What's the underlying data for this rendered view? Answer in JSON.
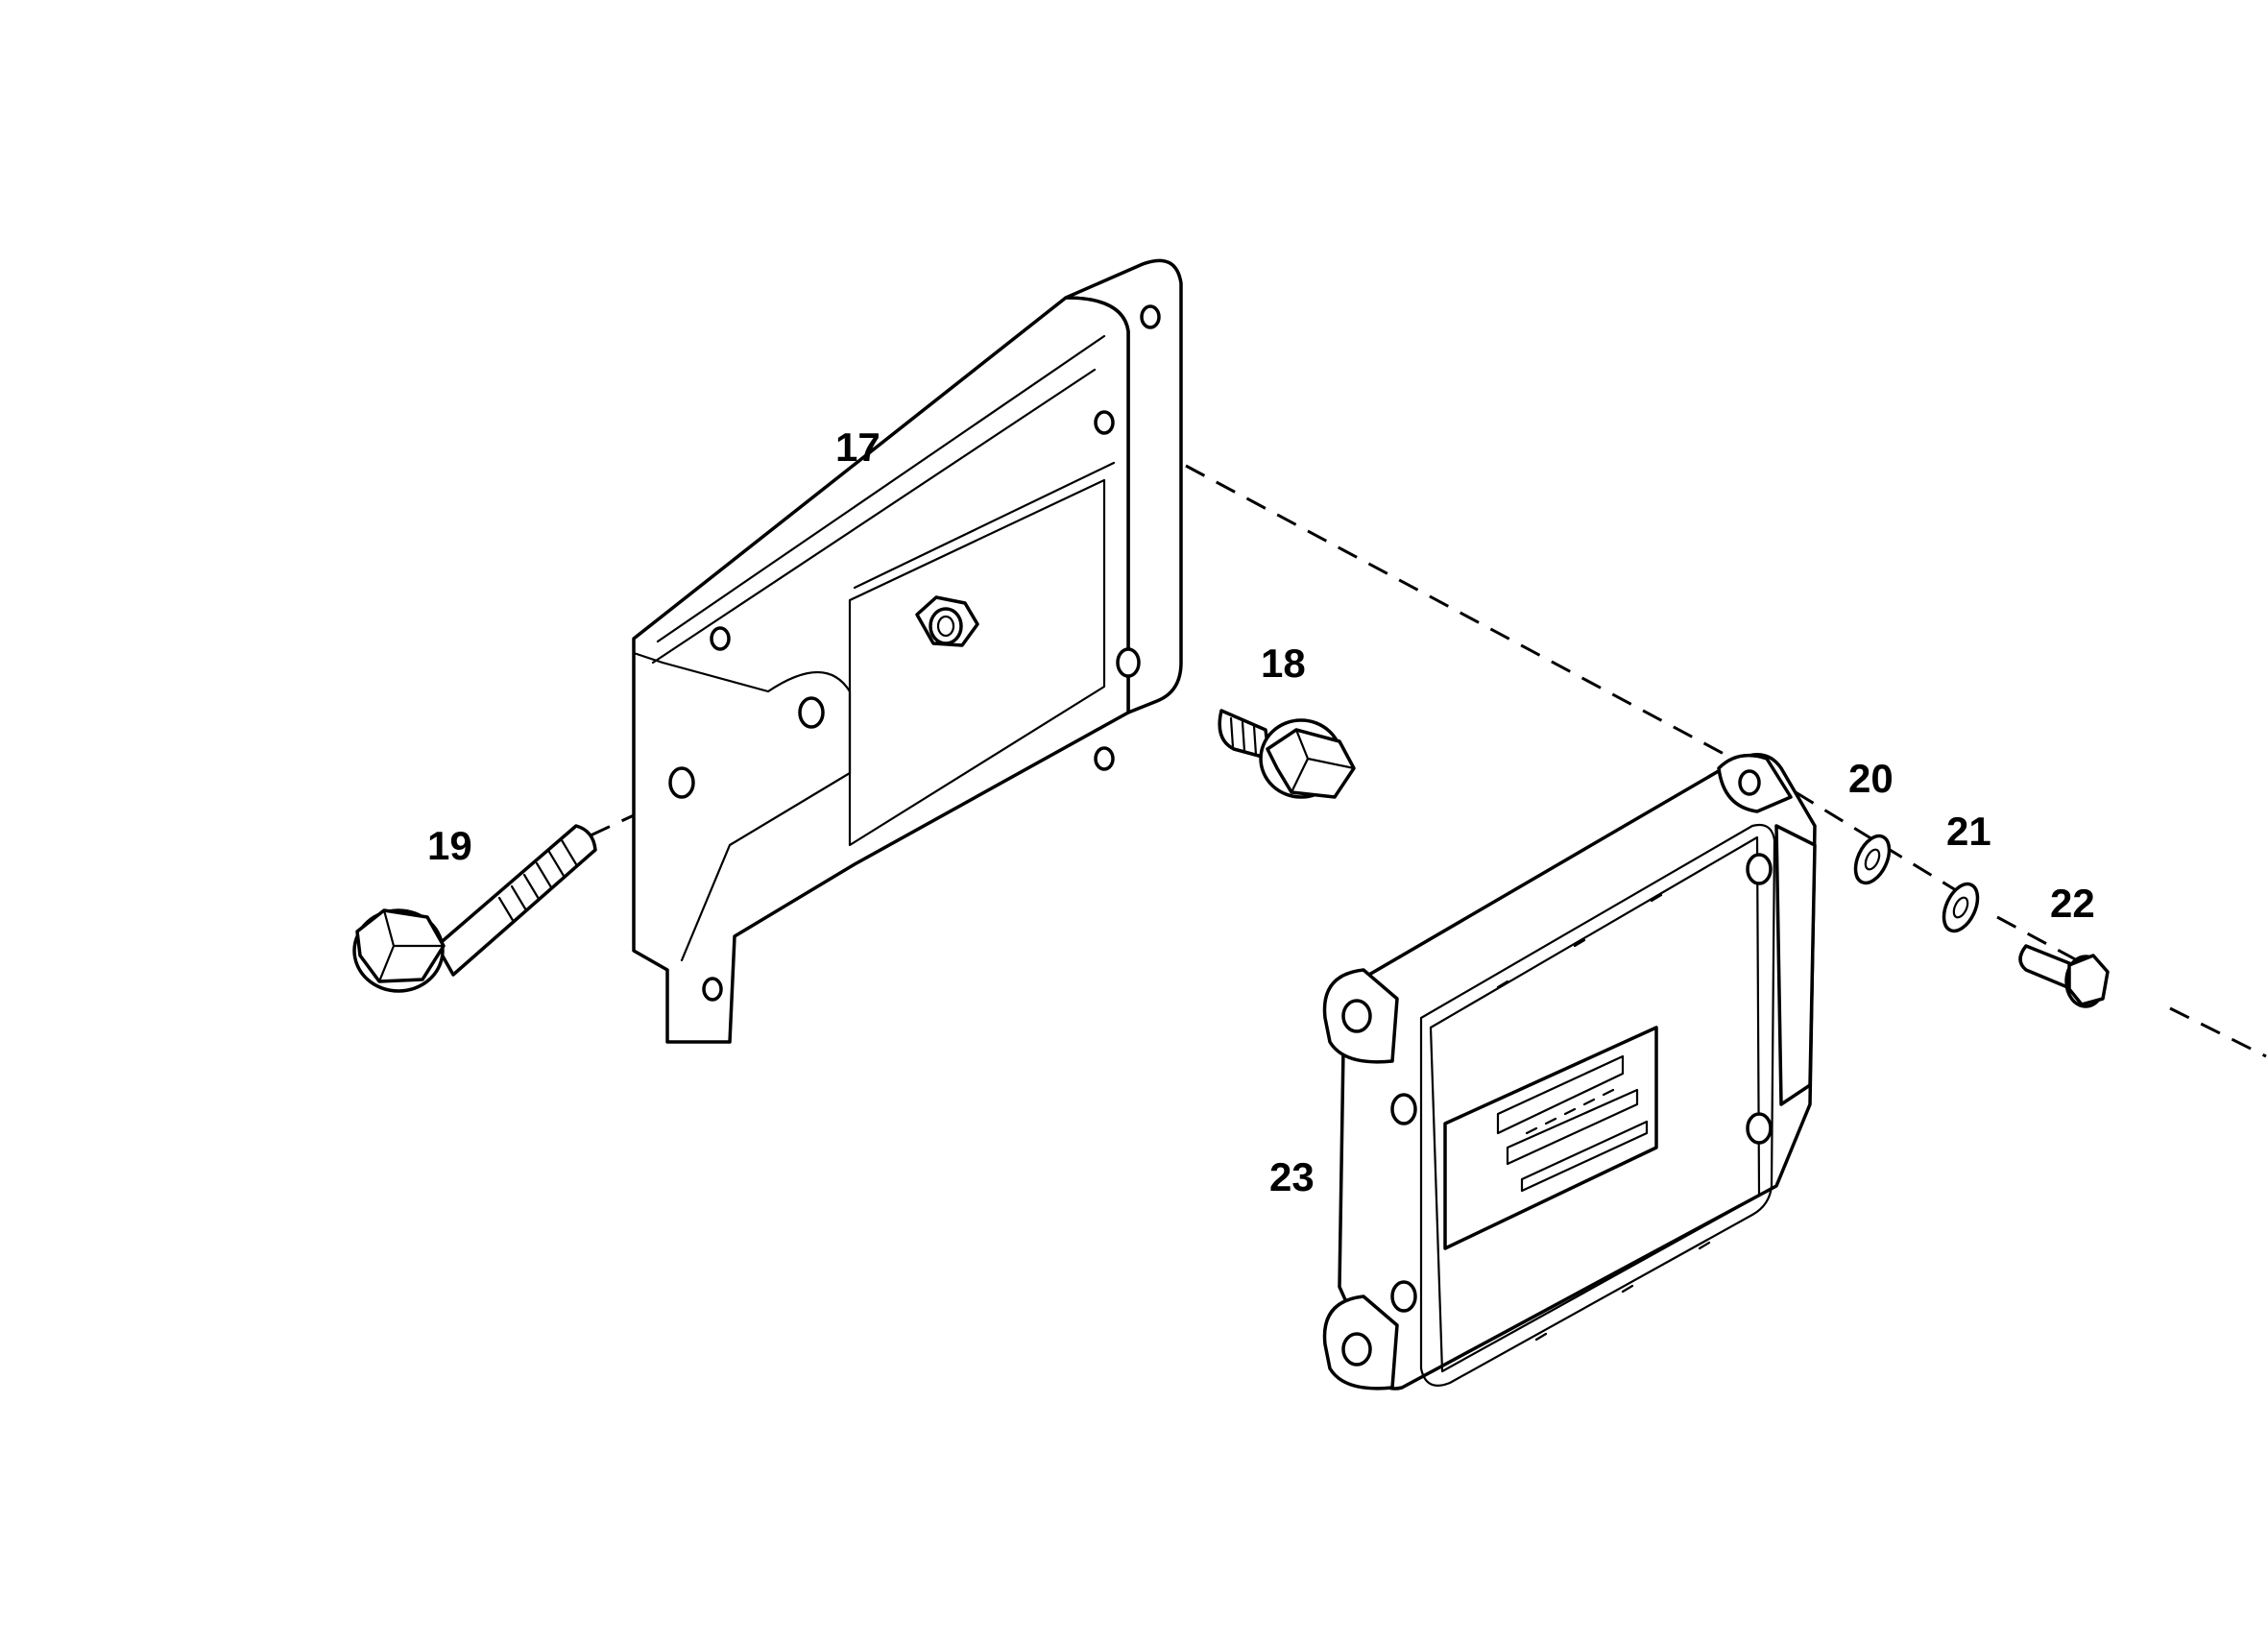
{
  "callouts": {
    "bracket": "17",
    "bolt_short": "18",
    "bolt_long": "19",
    "washer_flat": "20",
    "washer_lock": "21",
    "screw_small": "22",
    "control_unit": "23"
  },
  "colors": {
    "line": "#000000",
    "background": "#ffffff"
  }
}
